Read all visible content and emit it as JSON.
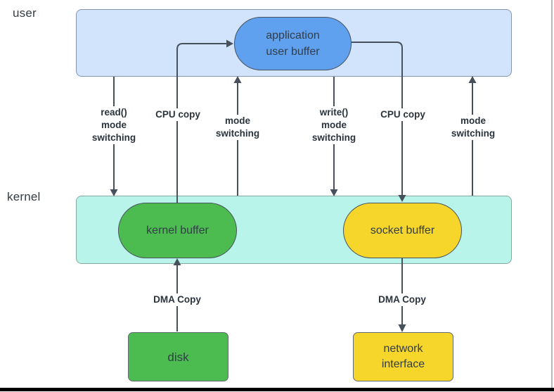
{
  "colors": {
    "user_band_fill": "#d2e4fb",
    "user_band_border": "#8495af",
    "kernel_band_fill": "#b9f4ea",
    "kernel_band_border": "#85a8a0",
    "app_buffer_fill": "#60a1ef",
    "green_fill": "#4cbc51",
    "yellow_fill": "#f6d62b",
    "node_border": "#47525e",
    "line": "#46515d",
    "label_text": "#2b333c",
    "node_text": "#323d47",
    "frame_bar": "#000000",
    "frame_edge": "#b4b8bd"
  },
  "zones": {
    "user": "user",
    "kernel": "kernel"
  },
  "nodes": {
    "application_user_buffer": {
      "line1": "application",
      "line2": "user buffer"
    },
    "kernel_buffer": "kernel buffer",
    "socket_buffer": "socket buffer",
    "disk": "disk",
    "network_interface": {
      "line1": "network",
      "line2": "interface"
    }
  },
  "edge_labels": {
    "read_syscall": {
      "line1": "read()",
      "line2": "mode",
      "line3": "switching"
    },
    "cpu_copy_left": "CPU copy",
    "mode_switching_left": {
      "line1": "mode",
      "line2": "switching"
    },
    "write_syscall": {
      "line1": "write()",
      "line2": "mode",
      "line3": "switching"
    },
    "cpu_copy_right": "CPU copy",
    "mode_switching_right": {
      "line1": "mode",
      "line2": "switching"
    },
    "dma_copy_left": "DMA Copy",
    "dma_copy_right": "DMA Copy"
  }
}
